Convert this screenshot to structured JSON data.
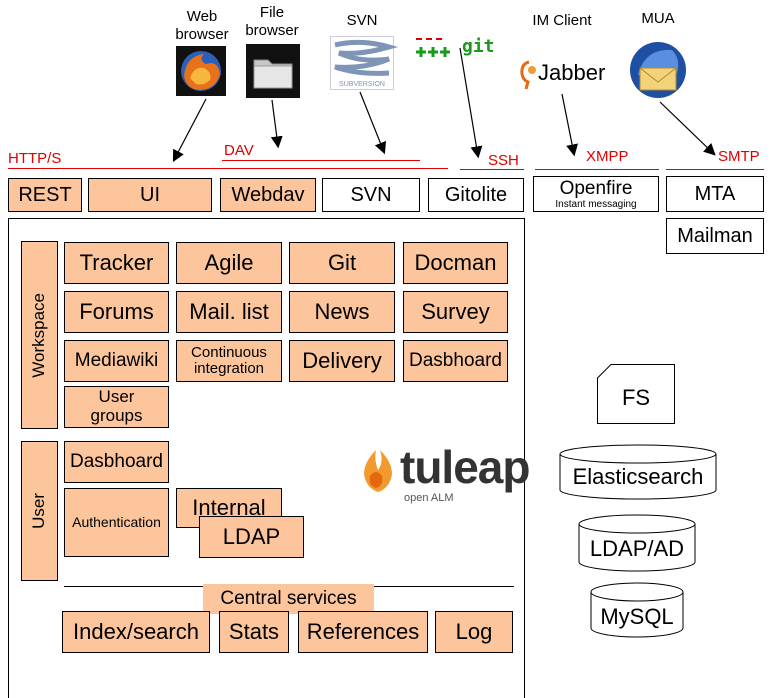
{
  "clients": {
    "web_browser": "Web\nbrowser",
    "file_browser": "File\nbrowser",
    "svn": "SVN",
    "git_logo": "git",
    "im_client": "IM Client",
    "jabber_logo": "Jabber",
    "mua": "MUA",
    "subversion_text": "SUBVERSION"
  },
  "protocols": {
    "http": "HTTP/S",
    "dav": "DAV",
    "ssh": "SSH",
    "xmpp": "XMPP",
    "smtp": "SMTP"
  },
  "access": {
    "rest": "REST",
    "ui": "UI",
    "webdav": "Webdav",
    "svn": "SVN",
    "gitolite": "Gitolite",
    "openfire": "Openfire",
    "openfire_sub": "Instant messaging",
    "mta": "MTA",
    "mailman": "Mailman"
  },
  "workspace": {
    "label": "Workspace",
    "items": [
      "Tracker",
      "Agile",
      "Git",
      "Docman",
      "Forums",
      "Mail. list",
      "News",
      "Survey",
      "Mediawiki",
      "Continuous integration",
      "Delivery",
      "Dasbhoard",
      "User groups"
    ]
  },
  "user": {
    "label": "User",
    "dashboard": "Dasbhoard",
    "authentication": "Authentication",
    "internal": "Internal",
    "ldap": "LDAP"
  },
  "logo": {
    "name": "tuleap",
    "tagline": "open ALM"
  },
  "central": {
    "label": "Central services",
    "items": [
      "Index/search",
      "Stats",
      "References",
      "Log"
    ]
  },
  "storage": {
    "fs": "FS",
    "elasticsearch": "Elasticsearch",
    "ldap_ad": "LDAP/AD",
    "mysql": "MySQL"
  },
  "colors": {
    "orange": "#fcc59c",
    "protocol_red": "#e00000"
  }
}
